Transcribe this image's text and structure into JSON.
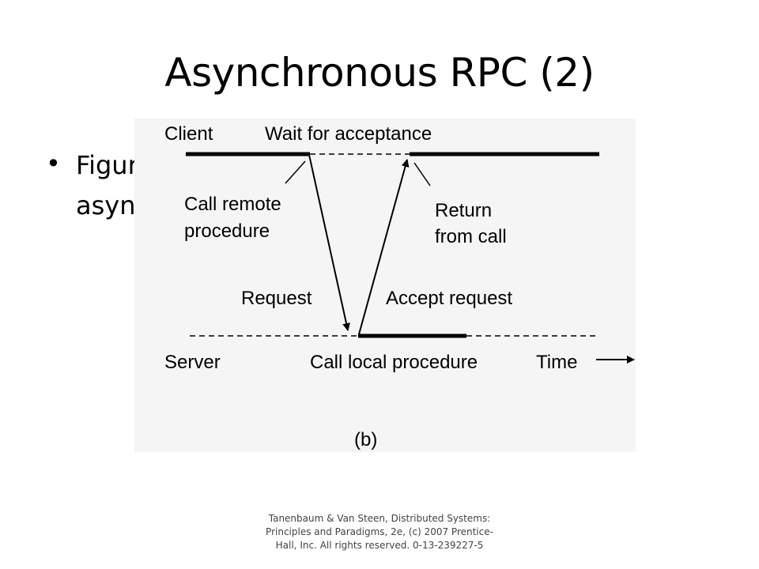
{
  "slide": {
    "title": "Asynchronous RPC (2)",
    "bullet_line1": "Figur",
    "bullet_line2": "asyn",
    "footer": "Tanenbaum & Van Steen, Distributed Systems: Principles and Paradigms, 2e, (c) 2007 Prentice-Hall, Inc. All rights reserved. 0-13-239227-5"
  },
  "figure": {
    "client_label": "Client",
    "wait_label": "Wait for acceptance",
    "call_remote_line1": "Call remote",
    "call_remote_line2": "procedure",
    "return_line1": "Return",
    "return_line2": "from call",
    "request_label": "Request",
    "accept_label": "Accept request",
    "server_label": "Server",
    "call_local_label": "Call local procedure",
    "time_label": "Time",
    "caption": "(b)"
  }
}
